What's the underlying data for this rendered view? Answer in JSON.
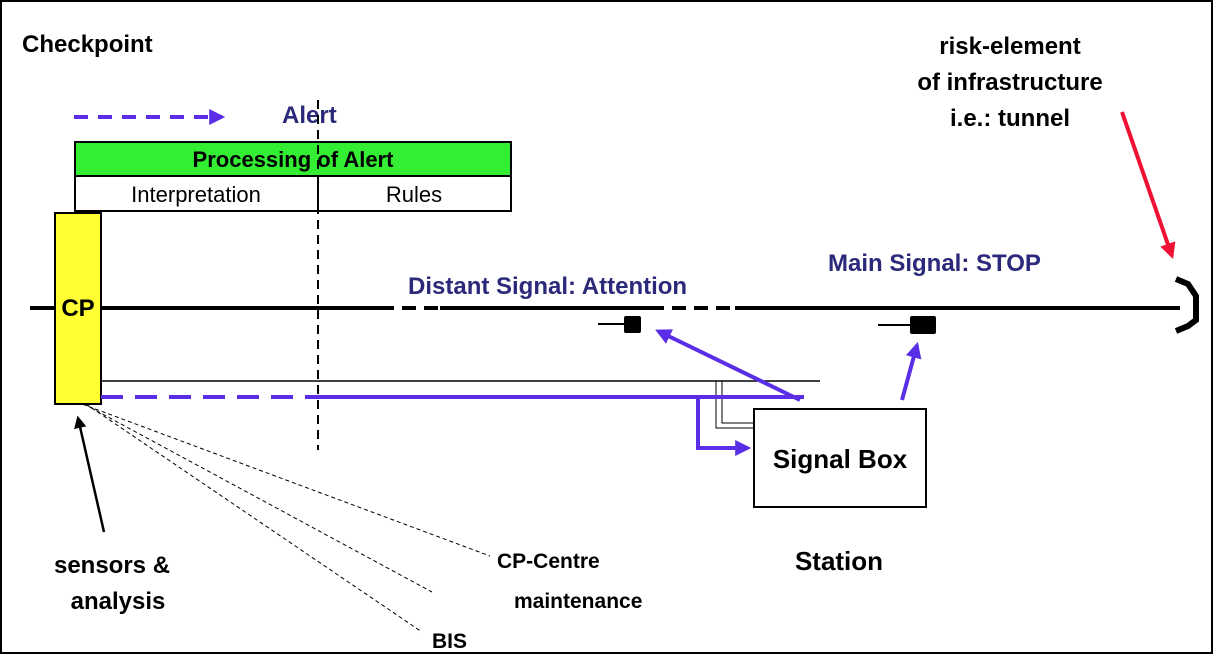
{
  "title": "Checkpoint",
  "legend_dashed_label": "Alert",
  "processing_box": {
    "title": "Processing of Alert",
    "left_cell": "Interpretation",
    "right_cell": "Rules"
  },
  "cp_label": "CP",
  "distant_signal": "Distant Signal: Attention",
  "main_signal": "Main Signal: STOP",
  "risk_element": {
    "line1": "risk-element",
    "line2": "of infrastructure",
    "line3": "i.e.: tunnel"
  },
  "signal_box": "Signal Box",
  "station": "Station",
  "sensors": {
    "line1": "sensors &",
    "line2": "analysis"
  },
  "cp_centre": "CP-Centre",
  "maintenance": "maintenance",
  "bis": "BIS",
  "colors": {
    "alert_blue": "#5a2ee6",
    "label_navy": "#2b2a7a",
    "cp_yellow": "#ffff33",
    "processing_green": "#33ee33",
    "risk_red": "#ee1133"
  }
}
